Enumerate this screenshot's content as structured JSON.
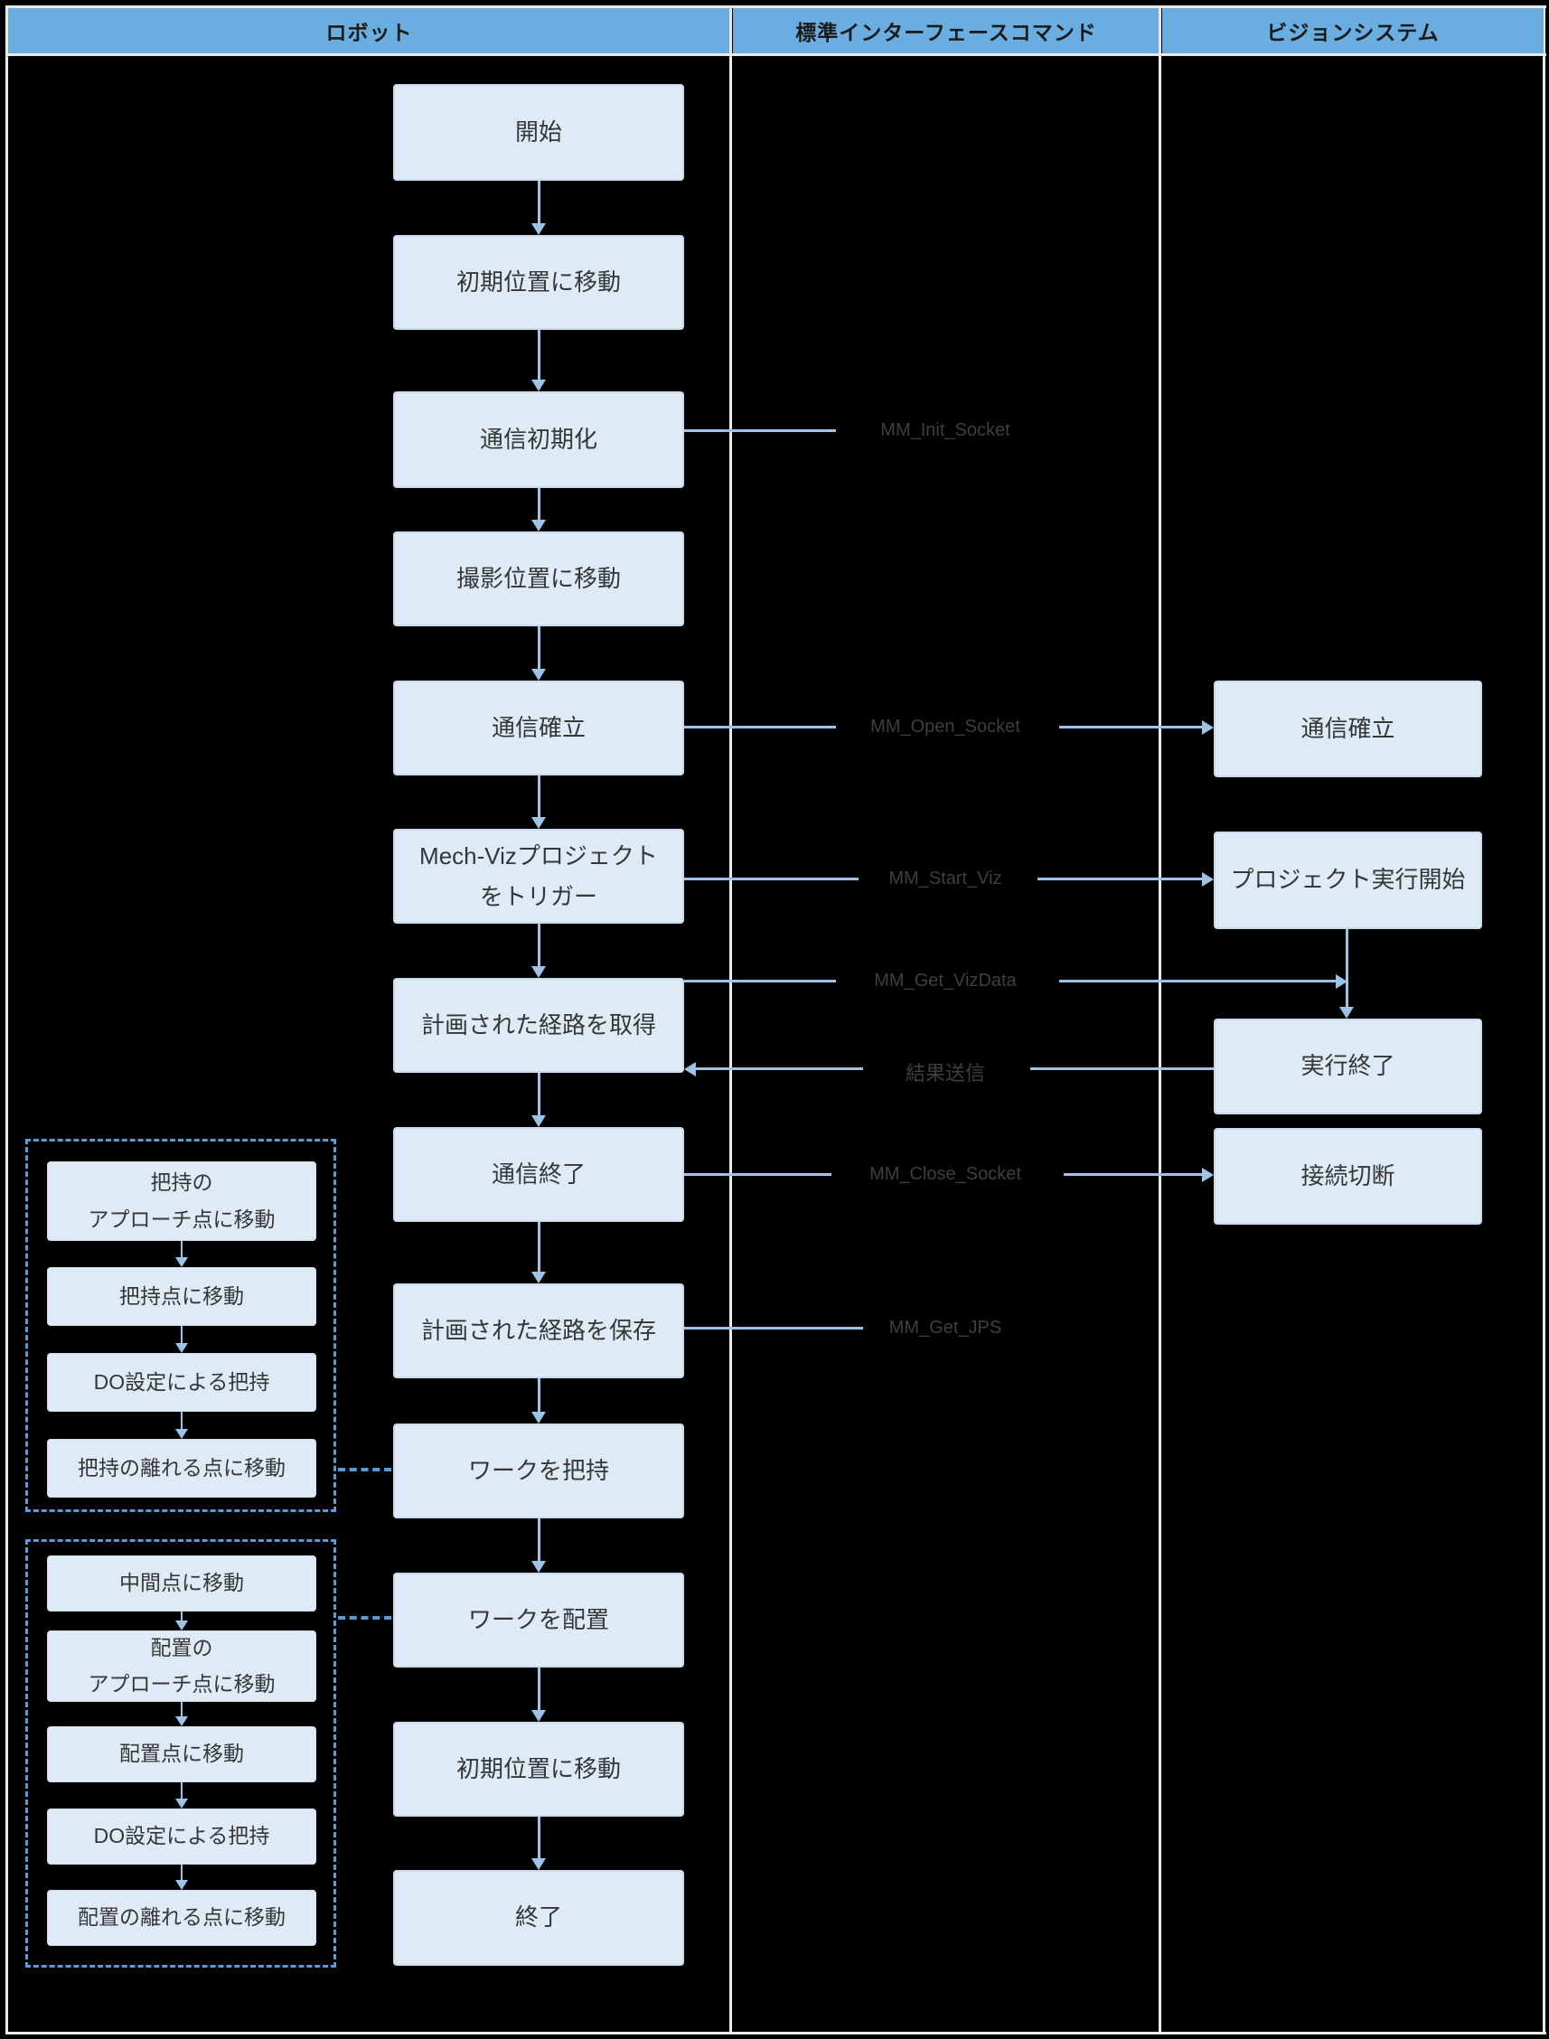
{
  "header": {
    "columns": [
      {
        "label": "ロボット"
      },
      {
        "label": "標準インターフェースコマンド"
      },
      {
        "label": "ビジョンシステム"
      }
    ]
  },
  "robot_flow": [
    {
      "label": "開始"
    },
    {
      "label": "初期位置に移動"
    },
    {
      "label": "通信初期化"
    },
    {
      "label": "撮影位置に移動"
    },
    {
      "label": "通信確立"
    },
    {
      "line1": "Mech-Vizプロジェクト",
      "line2": "をトリガー"
    },
    {
      "label": "計画された経路を取得"
    },
    {
      "label": "通信終了"
    },
    {
      "label": "計画された経路を保存"
    },
    {
      "label": "ワークを把持"
    },
    {
      "label": "ワークを配置"
    },
    {
      "label": "初期位置に移動"
    },
    {
      "label": "終了"
    }
  ],
  "commands": [
    {
      "label": "MM_Init_Socket"
    },
    {
      "label": "MM_Open_Socket"
    },
    {
      "label": "MM_Start_Viz"
    },
    {
      "label": "MM_Get_VizData"
    },
    {
      "label": "結果送信"
    },
    {
      "label": "MM_Close_Socket"
    },
    {
      "label": "MM_Get_JPS"
    }
  ],
  "vision_flow": [
    {
      "label": "通信確立"
    },
    {
      "label": "プロジェクト実行開始"
    },
    {
      "label": "実行終了"
    },
    {
      "label": "接続切断"
    }
  ],
  "grasp_group": {
    "steps": [
      {
        "line1": "把持の",
        "line2": "アプローチ点に移動"
      },
      {
        "label": "把持点に移動"
      },
      {
        "label": "DO設定による把持"
      },
      {
        "label": "把持の離れる点に移動"
      }
    ]
  },
  "place_group": {
    "steps": [
      {
        "label": "中間点に移動"
      },
      {
        "line1": "配置の",
        "line2": "アプローチ点に移動"
      },
      {
        "label": "配置点に移動"
      },
      {
        "label": "DO設定による把持"
      },
      {
        "label": "配置の離れる点に移動"
      }
    ]
  },
  "colors": {
    "header_fill": "#6aaee1",
    "node_fill": "#deebf7",
    "node_border": "#c9dcee",
    "solid_line": "#9dc3e6",
    "dashed_line": "#5b9bd5",
    "grid_line": "#e9e9e9",
    "text": "#363636",
    "background": "#000000"
  }
}
